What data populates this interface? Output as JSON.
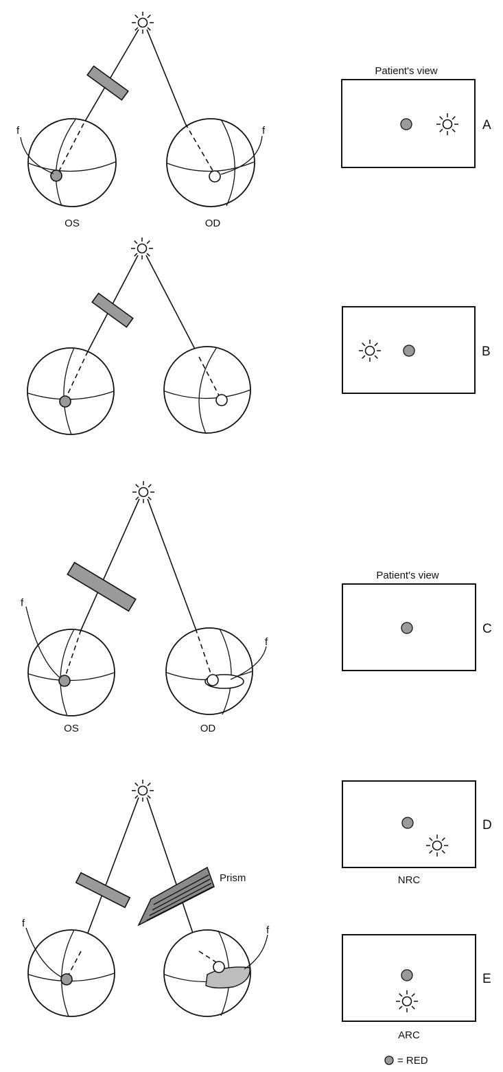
{
  "labels": {
    "os": "OS",
    "od": "OD",
    "fovea": "f",
    "patients_view": "Patient's view",
    "prism": "Prism",
    "nrc": "NRC",
    "arc": "ARC",
    "legend": "= RED"
  },
  "panels": {
    "a": "A",
    "b": "B",
    "c": "C",
    "d": "D",
    "e": "E"
  },
  "colors": {
    "red_filter_gray": "#9a9a9a",
    "line": "#111111"
  },
  "icons": [
    "light-source-icon",
    "red-filter-icon",
    "eyeball-icon",
    "prism-icon",
    "red-dot-icon"
  ]
}
